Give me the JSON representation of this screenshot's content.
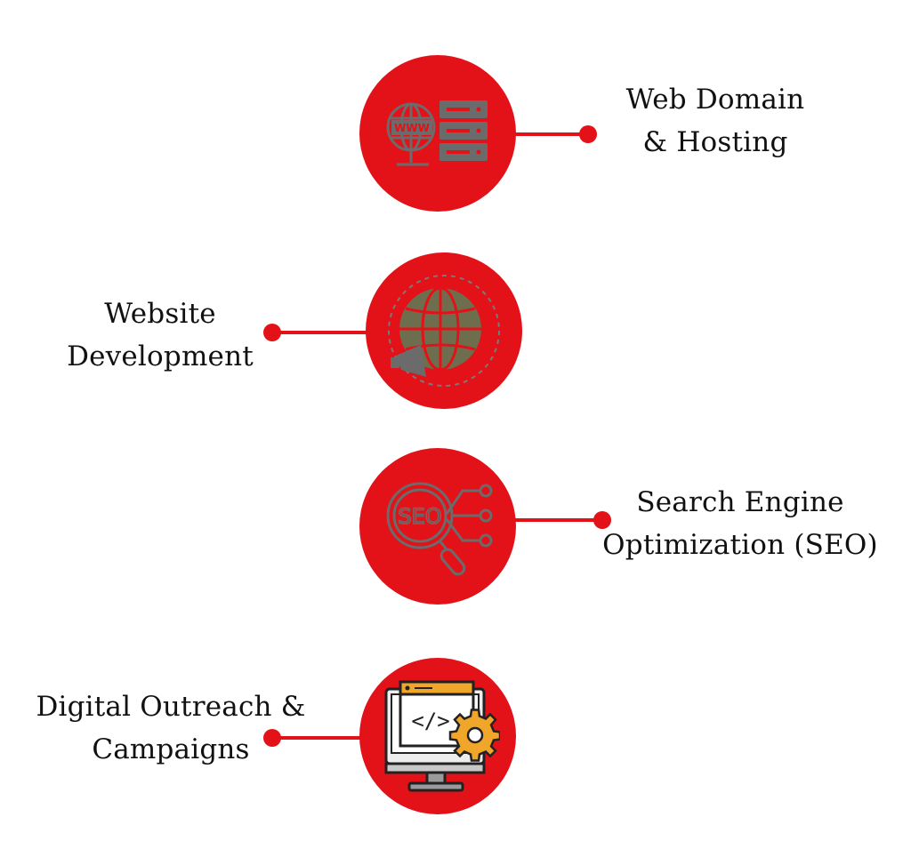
{
  "colors": {
    "accent": "#e31118",
    "icon_gray": "#6b6b6b",
    "text": "#111111"
  },
  "services": [
    {
      "name": "web-domain-hosting",
      "icon": "www-server-icon",
      "lines": [
        "Web Domain",
        "& Hosting"
      ]
    },
    {
      "name": "website-development",
      "icon": "globe-megaphone-icon",
      "lines": [
        "Website",
        "Development"
      ]
    },
    {
      "name": "search-engine-optimization",
      "icon": "seo-magnifier-icon",
      "lines": [
        "Search Engine",
        "Optimization (SEO)"
      ]
    },
    {
      "name": "digital-outreach-campaigns",
      "icon": "code-monitor-gear-icon",
      "lines": [
        "Digital Outreach &",
        "Campaigns"
      ]
    }
  ],
  "icon_text": {
    "www": "WWW",
    "seo": "SEO",
    "code": "</>"
  }
}
